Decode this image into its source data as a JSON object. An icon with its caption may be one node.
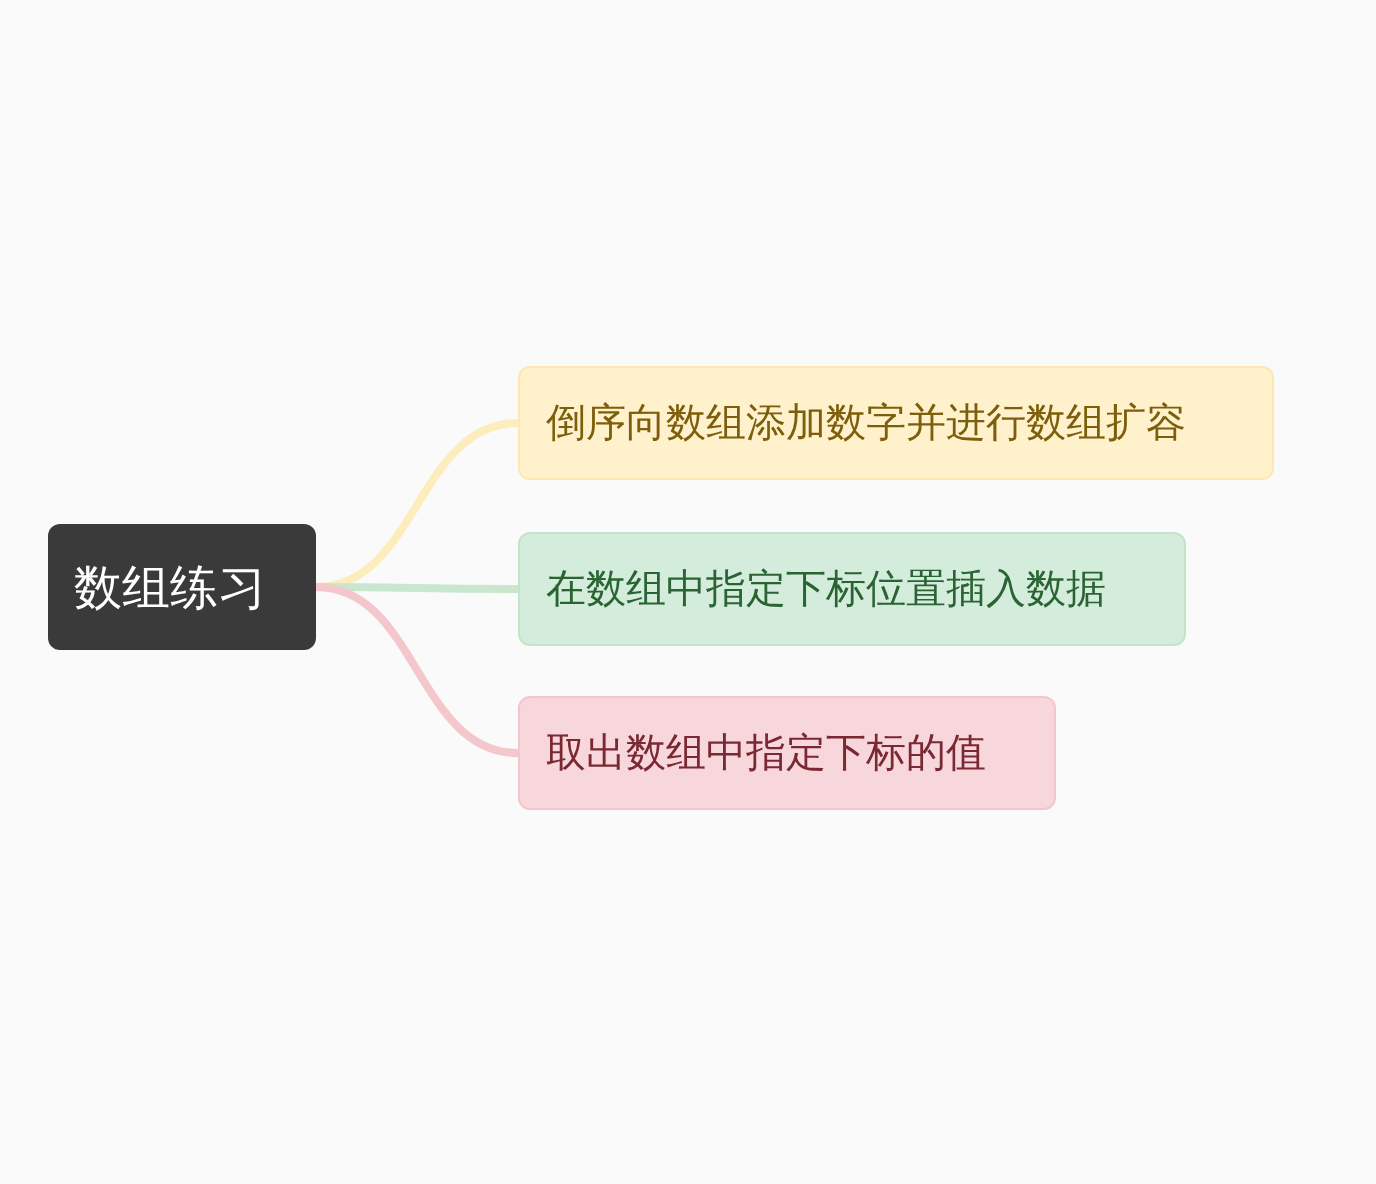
{
  "diagram": {
    "nodes": [
      {
        "text": [
          "数组练习"
        ]
      },
      {
        "text": [
          "倒序向数组添加数字并进行数组扩容"
        ]
      },
      {
        "text": [
          "在数组中指定下标位置插入数据"
        ]
      },
      {
        "text": [
          "取出数组中指定下标的值"
        ]
      }
    ],
    "edges": [
      {
        "from": 0,
        "to": 1,
        "arrow": "none",
        "color": "#fdedbd"
      },
      {
        "from": 0,
        "to": 2,
        "arrow": "none",
        "color": "#c9e7cf"
      },
      {
        "from": 0,
        "to": 3,
        "arrow": "none",
        "color": "#f4c7cc"
      }
    ]
  }
}
